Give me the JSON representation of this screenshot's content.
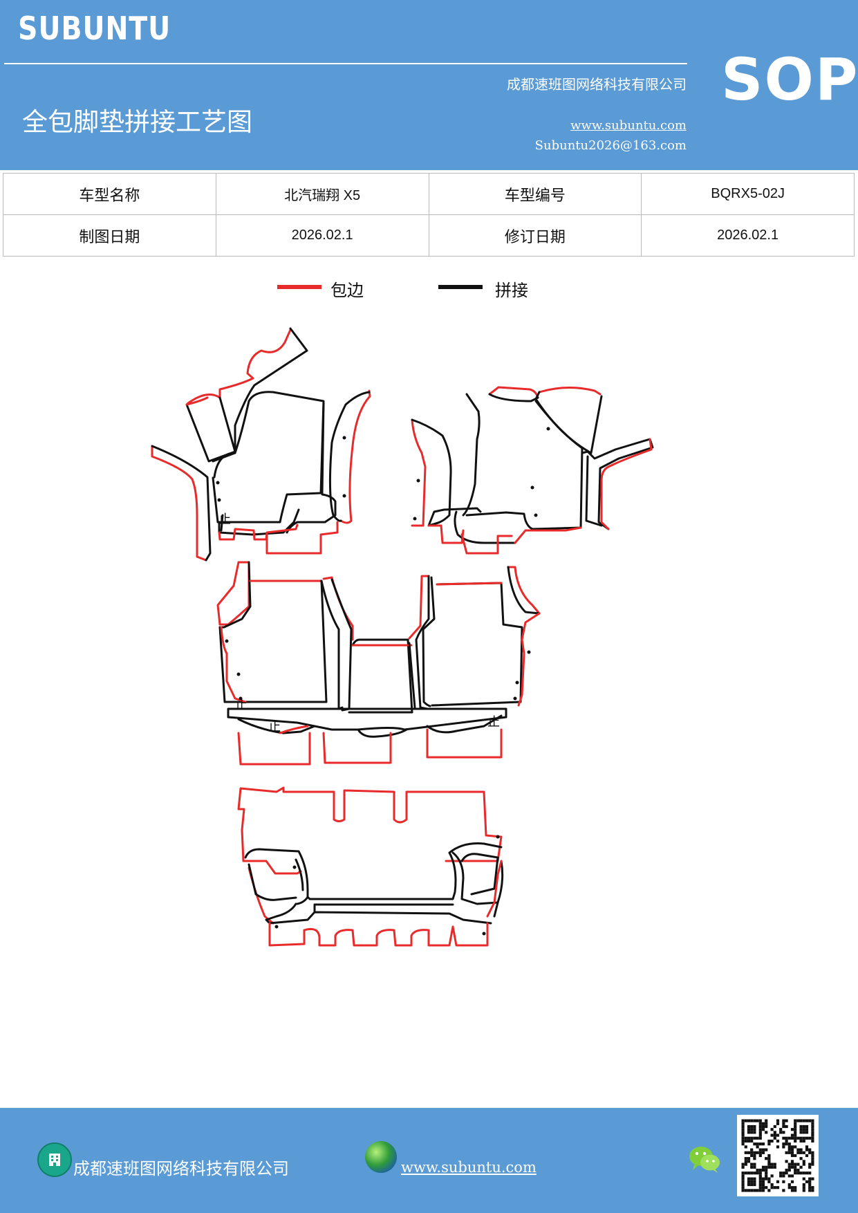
{
  "header": {
    "brand": "SUBUNTU",
    "company": "成都速班图网络科技有限公司",
    "title": "全包脚垫拼接工艺图",
    "website": "www.subuntu.com",
    "email": "Subuntu2026@163.com",
    "badge": "SOP"
  },
  "info_table": {
    "model_name_label": "车型名称",
    "model_name_value": "北汽瑞翔 X5",
    "model_code_label": "车型编号",
    "model_code_value": "BQRX5-02J",
    "draw_date_label": "制图日期",
    "draw_date_value": "2026.02.1",
    "revise_date_label": "修订日期",
    "revise_date_value": "2026.02.1"
  },
  "legend": {
    "edge_label": "包边",
    "edge_color": "#e82a2a",
    "join_label": "拼接",
    "join_color": "#111111"
  },
  "diagram": {
    "stop_mark": "止"
  },
  "footer": {
    "company": "成都速班图网络科技有限公司",
    "website": "www.subuntu.com",
    "company_icon": "building-icon",
    "web_icon": "globe-icon",
    "social_icon": "wechat-icon"
  }
}
